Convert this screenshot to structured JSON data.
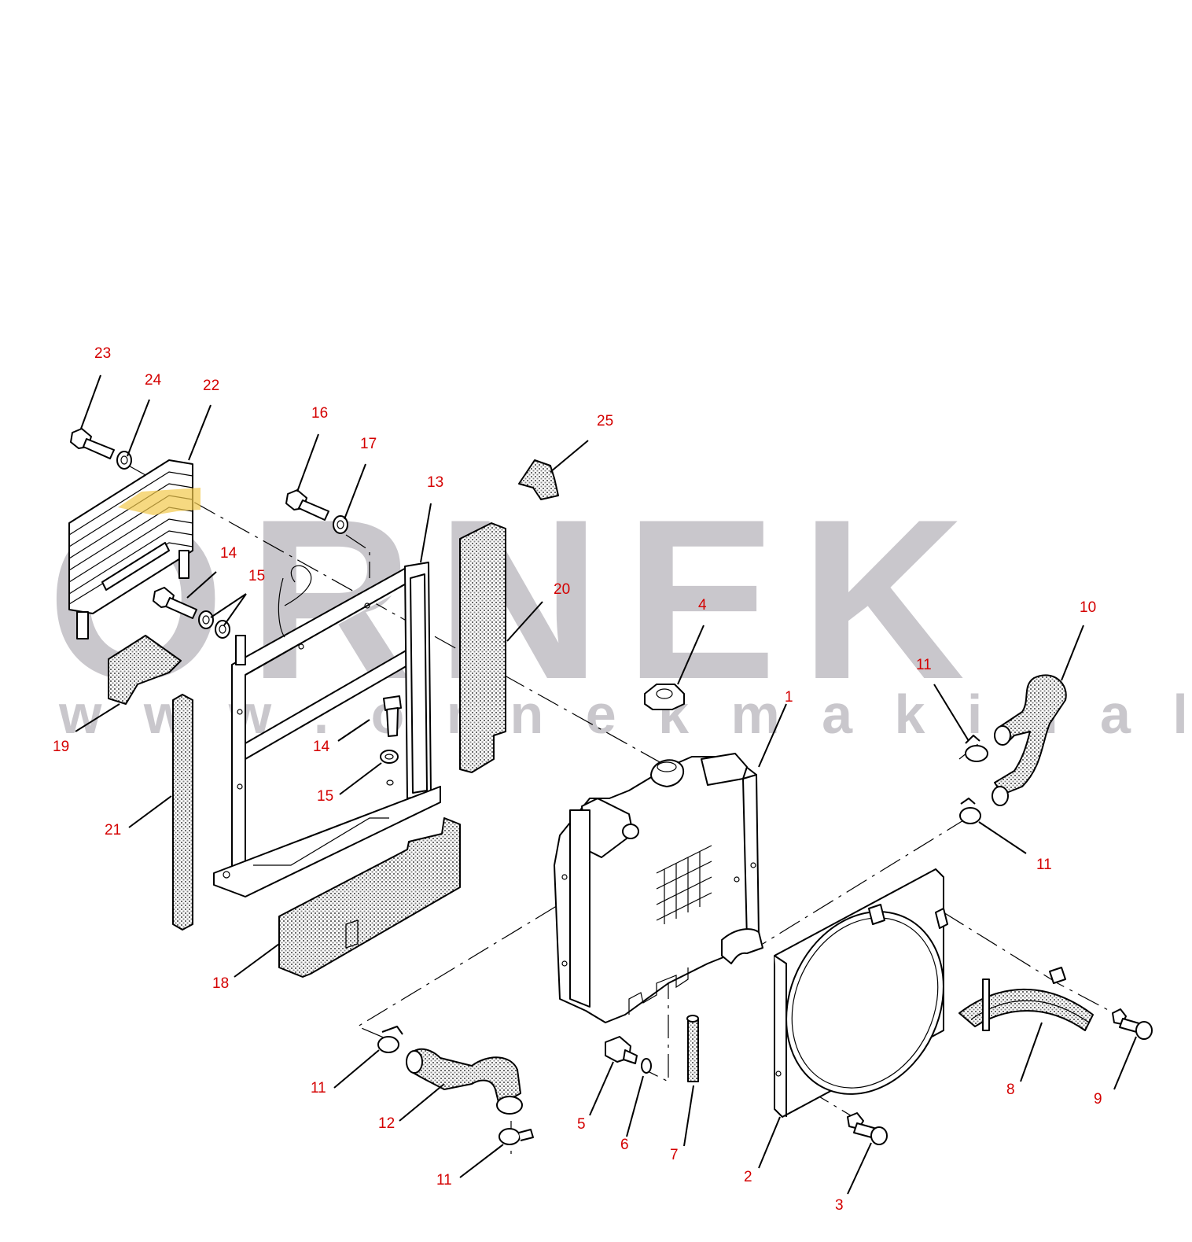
{
  "watermark": {
    "brand": "ORNEK",
    "url": "w w w . o r n e k m a k i n a l a r i . c o m . t r",
    "color": "#c9c7cc"
  },
  "callout_color": "#d40000",
  "callouts": [
    {
      "id": "c23",
      "label": "23"
    },
    {
      "id": "c24",
      "label": "24"
    },
    {
      "id": "c22",
      "label": "22"
    },
    {
      "id": "c16",
      "label": "16"
    },
    {
      "id": "c17",
      "label": "17"
    },
    {
      "id": "c13",
      "label": "13"
    },
    {
      "id": "c25",
      "label": "25"
    },
    {
      "id": "c14a",
      "label": "14"
    },
    {
      "id": "c15a",
      "label": "15"
    },
    {
      "id": "c20",
      "label": "20"
    },
    {
      "id": "c4",
      "label": "4"
    },
    {
      "id": "c10",
      "label": "10"
    },
    {
      "id": "c11a",
      "label": "11"
    },
    {
      "id": "c1",
      "label": "1"
    },
    {
      "id": "c19",
      "label": "19"
    },
    {
      "id": "c14b",
      "label": "14"
    },
    {
      "id": "c15b",
      "label": "15"
    },
    {
      "id": "c21",
      "label": "21"
    },
    {
      "id": "c11b",
      "label": "11"
    },
    {
      "id": "c18",
      "label": "18"
    },
    {
      "id": "c8",
      "label": "8"
    },
    {
      "id": "c9",
      "label": "9"
    },
    {
      "id": "c11c",
      "label": "11"
    },
    {
      "id": "c12",
      "label": "12"
    },
    {
      "id": "c5",
      "label": "5"
    },
    {
      "id": "c6",
      "label": "6"
    },
    {
      "id": "c7",
      "label": "7"
    },
    {
      "id": "c11d",
      "label": "11"
    },
    {
      "id": "c2",
      "label": "2"
    },
    {
      "id": "c3",
      "label": "3"
    }
  ]
}
